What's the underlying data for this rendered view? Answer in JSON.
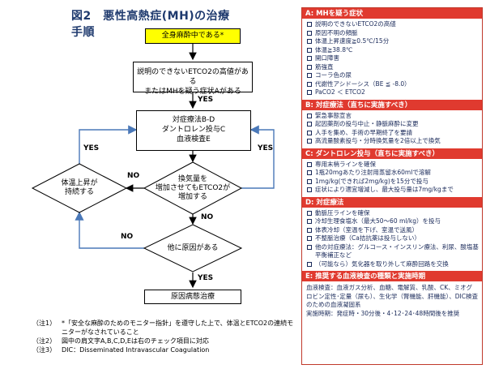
{
  "title": "図2　悪性高熱症(MH)の治療手順",
  "flow": {
    "start": "全身麻酔中である*",
    "q1_line1": "説明のできないETCO2の高値がある",
    "q1_line2": "またはMHを疑う症状Aがある",
    "treat_line1": "対症療法B-D",
    "treat_line2": "ダントロレン投与C",
    "treat_line3": "血液検査E",
    "d_temp_line1": "体温上昇が",
    "d_temp_line2": "持続する",
    "d_vent_line1": "換気量を",
    "d_vent_line2": "増加させてもETCO2が",
    "d_vent_line3": "増加する",
    "d_other": "他に原因がある",
    "end": "原因病態治療",
    "yes_top": "YES",
    "yes_left": "YES",
    "yes_right": "YES",
    "no_left": "NO",
    "no_vent": "NO",
    "no_other": "NO"
  },
  "panel": {
    "a_header": "A: MHを疑う症状",
    "a_items": [
      "説明のできないETCO2の高値",
      "原因不明の頻脈",
      "体温上昇速度≧0.5℃/15分",
      "体温≧38.8℃",
      "開口障害",
      "筋強直",
      "コーラ色の尿",
      "代謝性アシドーシス（BE ≦ -8.0）",
      "PaCO2 ＜ ETCO2"
    ],
    "b_header": "B: 対症療法（直ちに実施すべき）",
    "b_items": [
      "緊急事態宣言",
      "起因薬剤の投与中止・静脈麻酔に変更",
      "人手を集め、手術の早期終了を要請",
      "高流量酸素投与・分時換気量を2倍以上で換気"
    ],
    "c_header": "C: ダントロレン投与（直ちに実施すべき）",
    "c_items": [
      "専用末梢ラインを確保",
      "1瓶20mgあたり注射用蒸留水60mlで溶解",
      "1mg/kg(できれば2mg/kg)を15分で投与",
      "症状により適宜増減し、最大投与量は7mg/kgまで"
    ],
    "d_header": "D: 対症療法",
    "d_items": [
      "動脈圧ラインを確保",
      "冷却生理食塩水（最大50～60 ml/kg）を投与",
      "体表冷却（室温を下げ、室温で送風）",
      "不整脈治療（Ca拮抗薬は投与しない）",
      "他の対症療法：グルコース・インスリン療法、利尿、酸塩基平衡補正など",
      "（可能なら）気化器を取り外して麻酔回路を交換"
    ],
    "e_header": "E: 推奨する血液検査の種類と実施時期",
    "e_body": "血液検査：血液ガス分析、血糖、電解質、乳酸、CK、ミオグロビン定性･定量（尿も）、生化学（腎機能、肝機能）、DIC検査のための血液凝固系",
    "e_timing": "実施時期：発症時・30分後・4･12･24･48時間後を推奨"
  },
  "notes": [
    {
      "key": "（注1）",
      "text": "*「安全な麻酔のためのモニター指針」を遵守した上で、体温とETCO2の連続モニターがなされていること"
    },
    {
      "key": "（注2）",
      "text": "図中の肩文字A,B,C,D,Eは右のチェック項目に対応"
    },
    {
      "key": "（注3）",
      "text": "DIC：Disseminated Intravascular Coagulation"
    }
  ]
}
